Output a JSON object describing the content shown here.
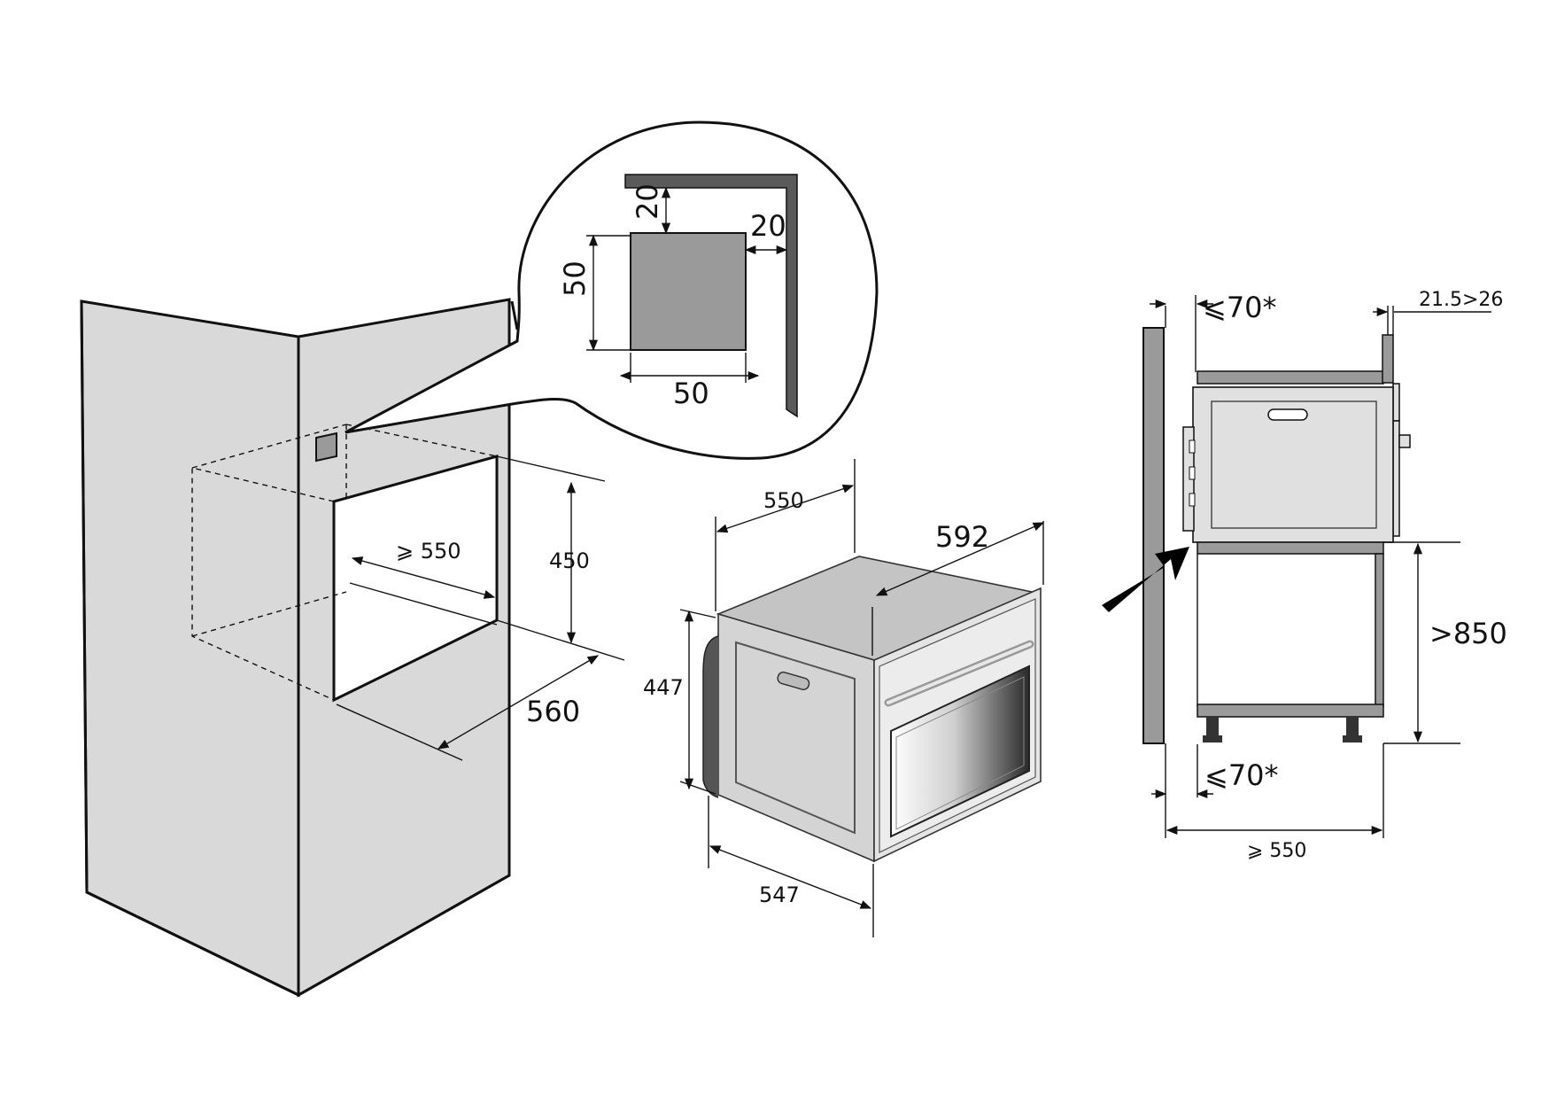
{
  "zoom": {
    "vent_depth": "20",
    "vent_side": "20",
    "vent_height": "50",
    "vent_width": "50"
  },
  "niche": {
    "min_depth": "⩾ 550",
    "height": "450",
    "width": "560"
  },
  "oven": {
    "depth": "550",
    "width": "592",
    "height": "447",
    "body_width": "547"
  },
  "side_view": {
    "top_gap": "⩽70*",
    "panel_range": "21.5>26",
    "floor_height": ">850",
    "bottom_gap": "⩽70*",
    "min_depth": "⩾ 550"
  },
  "colors": {
    "wall": "#d9d9d9",
    "vent": "#9a9a9a",
    "trim": "#5a5a5a",
    "oven": "#d4d4d4"
  }
}
